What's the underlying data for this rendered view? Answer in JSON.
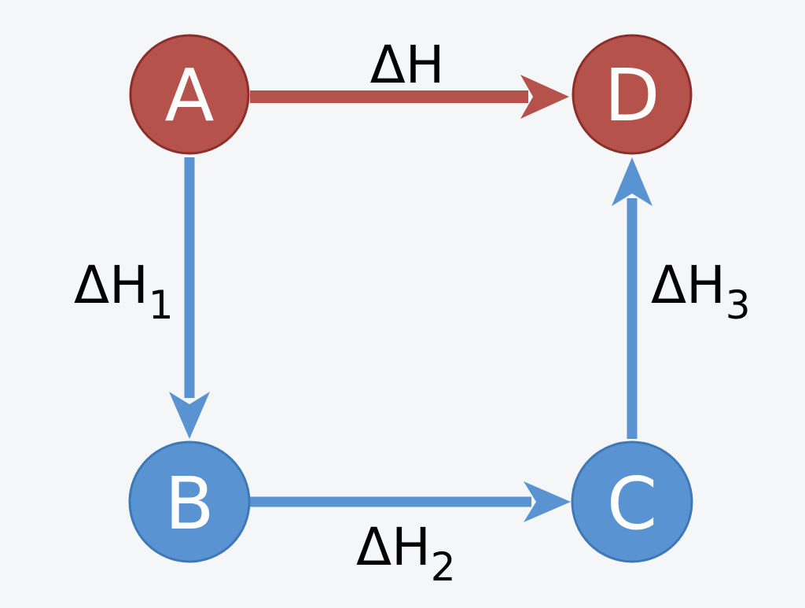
{
  "colors": {
    "background": "#f4f6f8",
    "red_node_fill": "#b5524c",
    "red_node_stroke": "#8c2f2a",
    "blue_node_fill": "#5a93d1",
    "blue_node_stroke": "#3f78b7",
    "red_arrow": "#b5524c",
    "blue_arrow": "#5a93d1",
    "node_text": "#ffffff",
    "label_text": "#000000"
  },
  "nodes": {
    "a": {
      "label": "A",
      "color": "red"
    },
    "b": {
      "label": "B",
      "color": "blue"
    },
    "c": {
      "label": "C",
      "color": "blue"
    },
    "d": {
      "label": "D",
      "color": "red"
    }
  },
  "edges": {
    "a_to_d": {
      "symbol": "ΔH",
      "subscript": "",
      "from": "A",
      "to": "D",
      "color": "red"
    },
    "a_to_b": {
      "symbol": "ΔH",
      "subscript": "1",
      "from": "A",
      "to": "B",
      "color": "blue"
    },
    "b_to_c": {
      "symbol": "ΔH",
      "subscript": "2",
      "from": "B",
      "to": "C",
      "color": "blue"
    },
    "c_to_d": {
      "symbol": "ΔH",
      "subscript": "3",
      "from": "C",
      "to": "D",
      "color": "blue"
    }
  }
}
